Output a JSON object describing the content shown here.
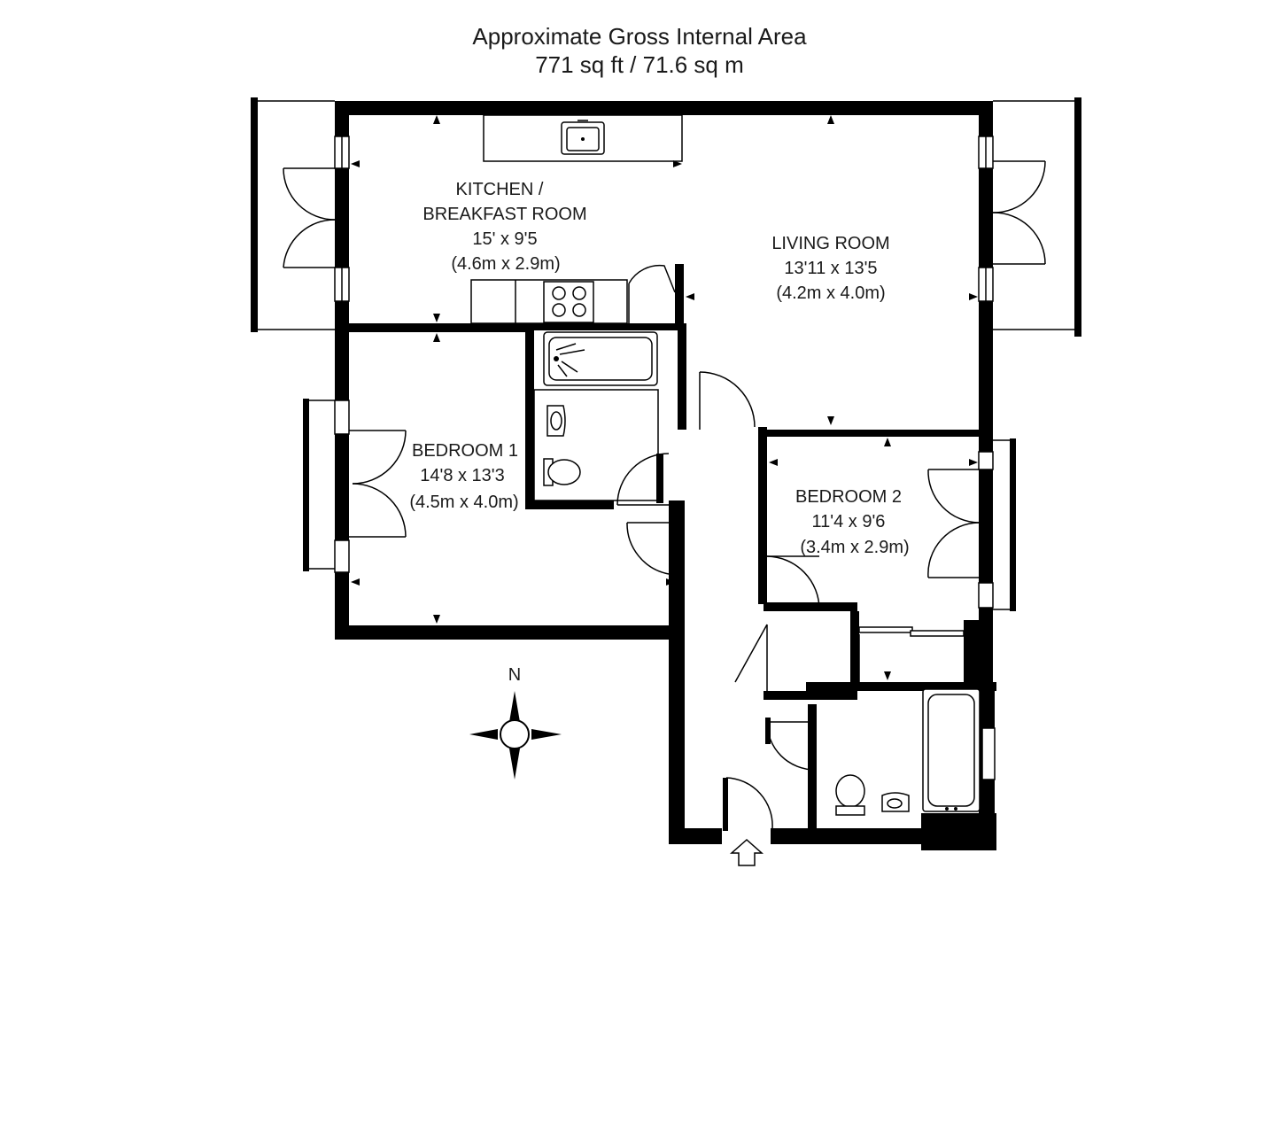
{
  "header": {
    "line1": "Approximate Gross Internal Area",
    "line2": "771 sq ft / 71.6 sq m"
  },
  "rooms": {
    "kitchen": {
      "name1": "KITCHEN /",
      "name2": "BREAKFAST ROOM",
      "imperial": "15' x 9'5",
      "metric": "(4.6m x 2.9m)"
    },
    "living": {
      "name": "LIVING ROOM",
      "imperial": "13'11 x 13'5",
      "metric": "(4.2m x 4.0m)"
    },
    "bedroom1": {
      "name": "BEDROOM 1",
      "imperial": "14'8 x 13'3",
      "metric": "(4.5m x 4.0m)"
    },
    "bedroom2": {
      "name": "BEDROOM 2",
      "imperial": "11'4 x 9'6",
      "metric": "(3.4m x 2.9m)"
    }
  },
  "compass": {
    "north_label": "N",
    "icon": "compass-rose-icon"
  },
  "entrance": {
    "icon": "entrance-arrow-icon"
  },
  "colors": {
    "wall": "#000000",
    "background": "#ffffff",
    "text": "#1a1a1a"
  }
}
